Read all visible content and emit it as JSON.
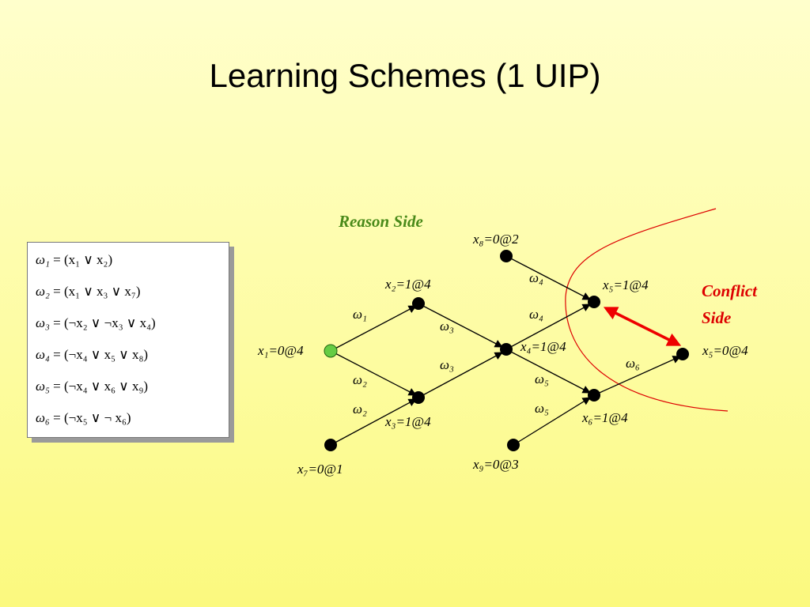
{
  "slide": {
    "title": "Learning Schemes (1 UIP)"
  },
  "clauses": [
    {
      "name": "ω₁",
      "text": "= (x₁ ∨ x₂)"
    },
    {
      "name": "ω₂",
      "text": "= (x₁ ∨ x₃ ∨ x₇)"
    },
    {
      "name": "ω₃",
      "text": "= (¬x₂ ∨ ¬x₃ ∨ x₄)"
    },
    {
      "name": "ω₄",
      "text": "= (¬x₄ ∨ x₅ ∨ x₈)"
    },
    {
      "name": "ω₅",
      "text": "= (¬x₄ ∨ x₆ ∨ x₉)"
    },
    {
      "name": "ω₆",
      "text": "= (¬x₅ ∨ ¬ x₆)"
    }
  ],
  "sides": {
    "reason": "Reason Side",
    "conflict_line1": "Conflict",
    "conflict_line2": "Side"
  },
  "nodes": {
    "x1": {
      "label": "x₁=0@4"
    },
    "x2": {
      "label": "x₂=1@4"
    },
    "x3": {
      "label": "x₃=1@4"
    },
    "x4": {
      "label": "x₄=1@4"
    },
    "x5a": {
      "label": "x₅=1@4"
    },
    "x5b": {
      "label": "x₅=0@4"
    },
    "x6": {
      "label": "x₆=1@4"
    },
    "x7": {
      "label": "x₇=0@1"
    },
    "x8": {
      "label": "x₈=0@2"
    },
    "x9": {
      "label": "x₉=0@3"
    }
  },
  "edges": {
    "e_x1_x2": "ω₁",
    "e_x1_x3": "ω₂",
    "e_x7_x3": "ω₂",
    "e_x2_x4": "ω₃",
    "e_x3_x4": "ω₃",
    "e_x8_x5": "ω₄",
    "e_x4_x5": "ω₄",
    "e_x4_x6": "ω₅",
    "e_x9_x6": "ω₅",
    "e_x6_x5b": "ω₆"
  },
  "colors": {
    "decision_node": "#66cc44",
    "node": "#000000",
    "reason_side": "#4a8a1a",
    "conflict_side": "#dd0000",
    "cut_curve": "#dd0000",
    "conflict_arrow": "#ee0000"
  }
}
